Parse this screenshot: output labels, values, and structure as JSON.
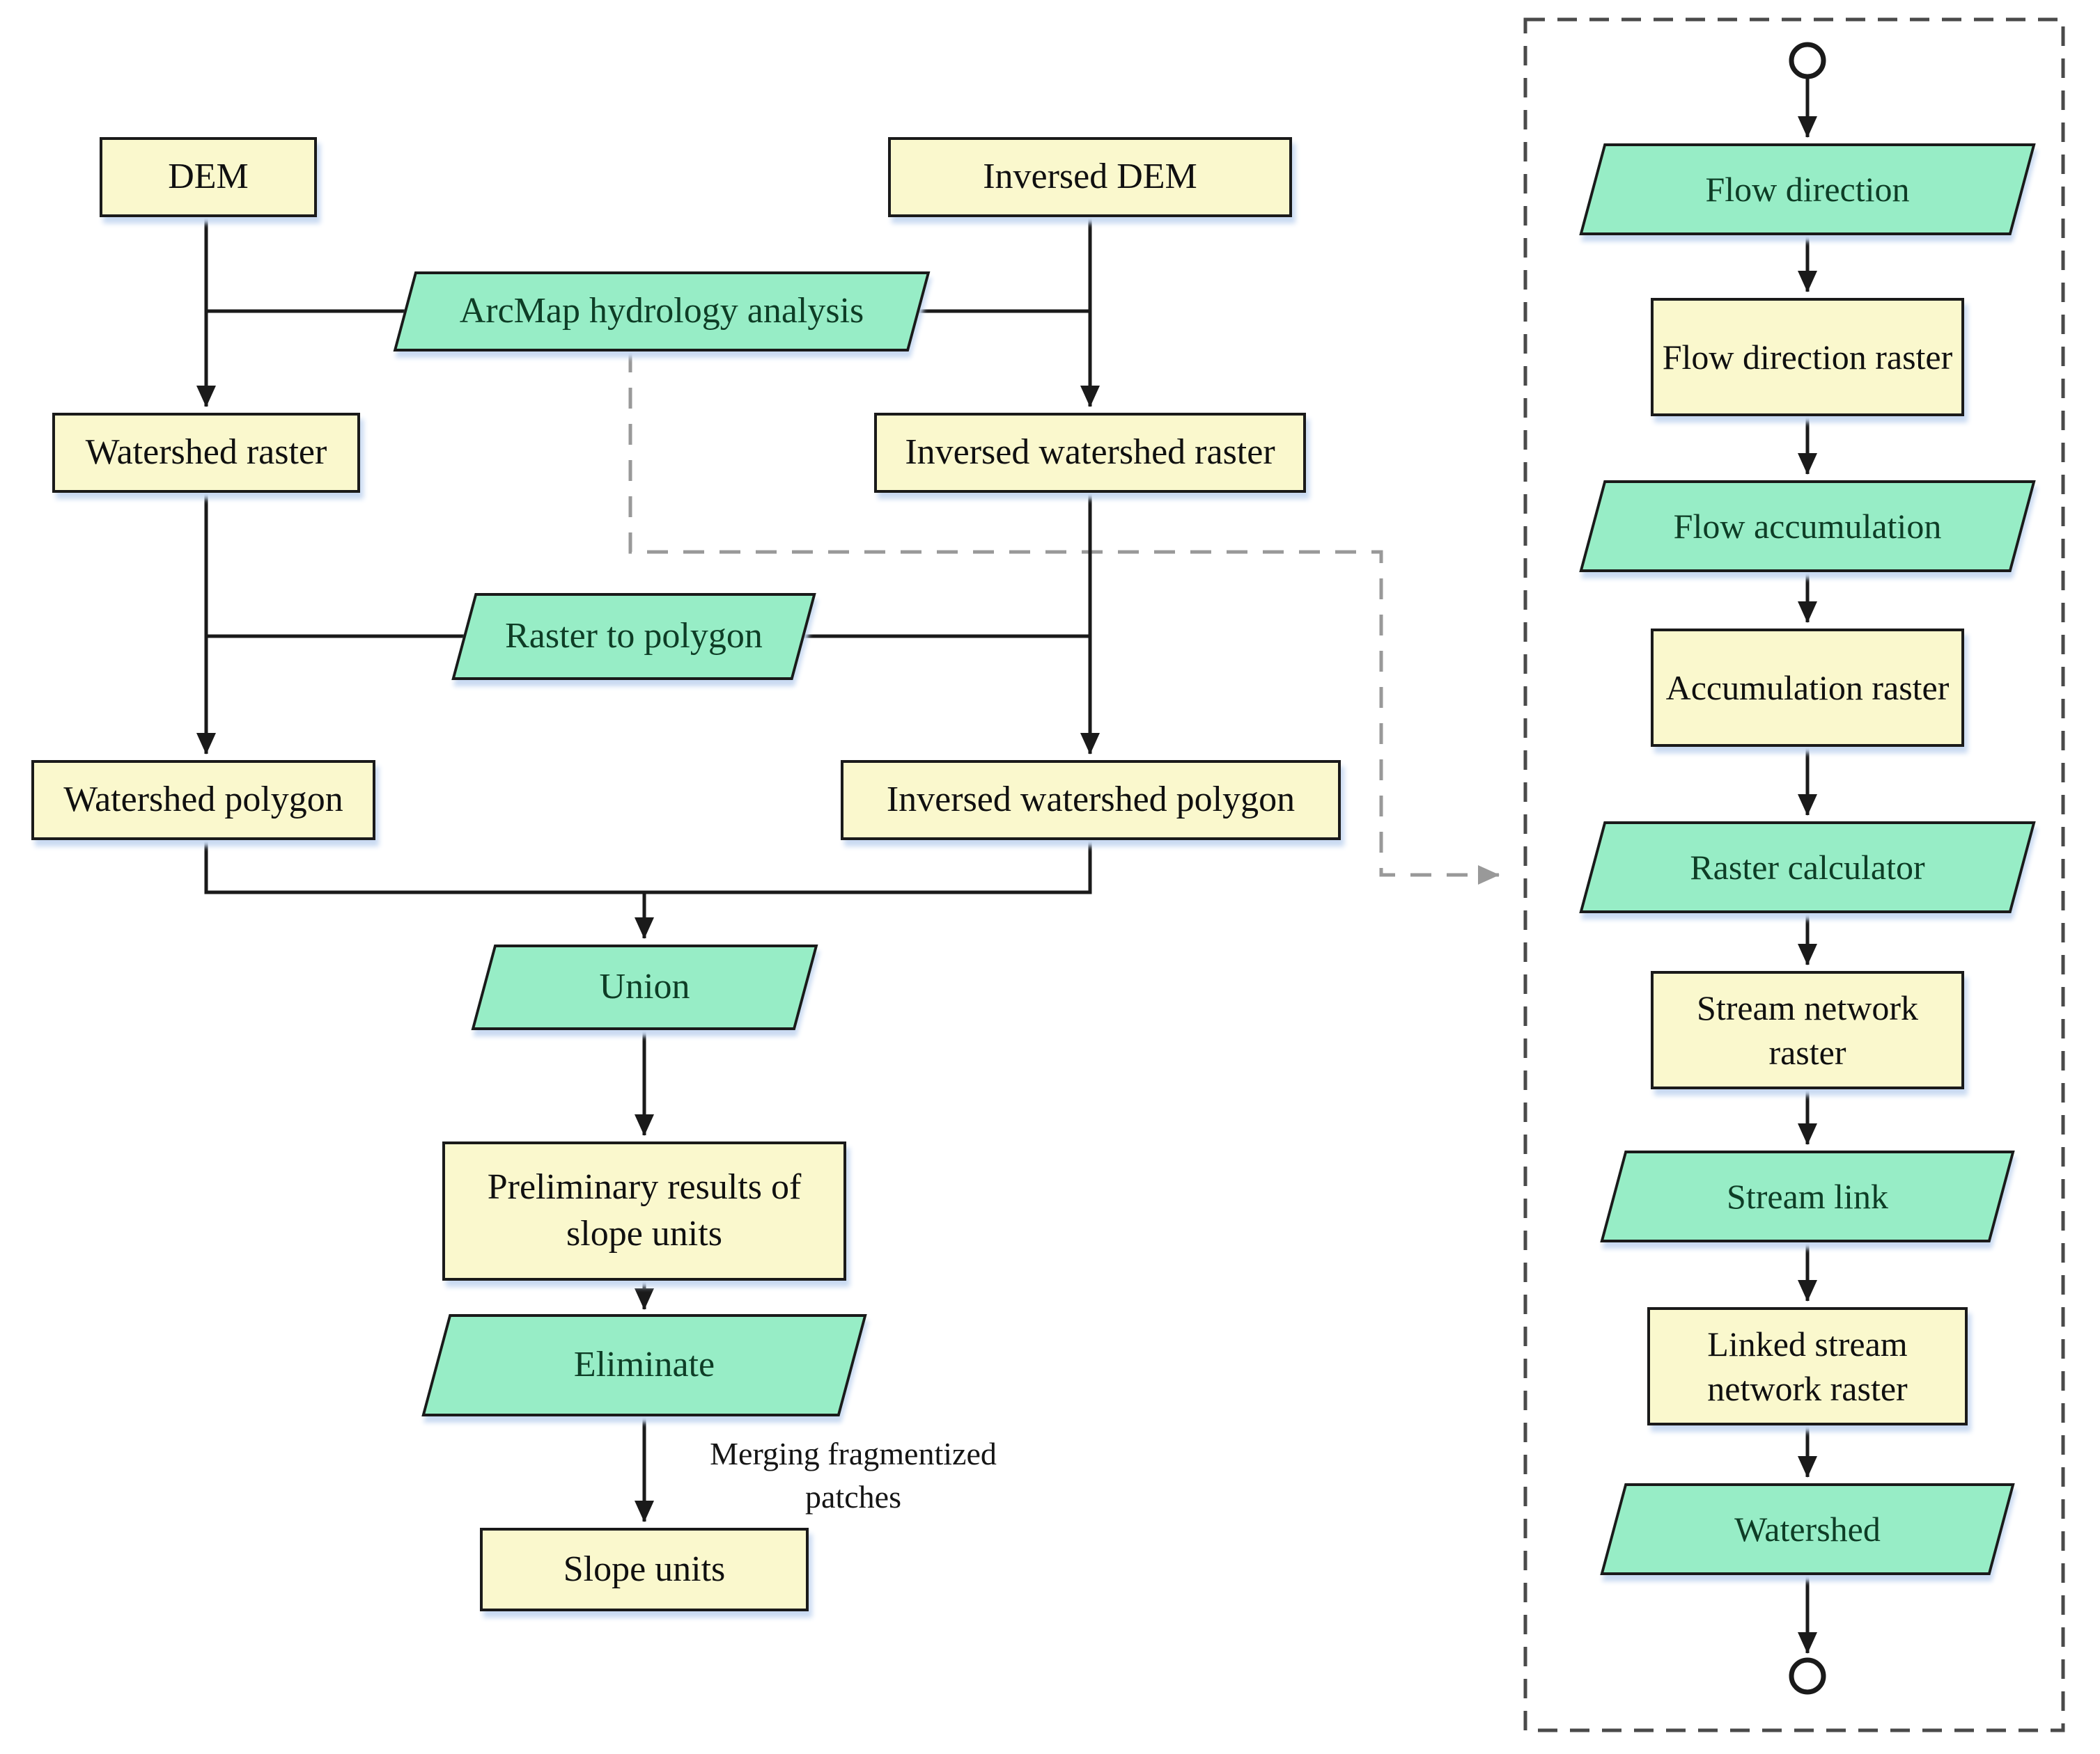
{
  "nodes": {
    "dem": "DEM",
    "inversed_dem": "Inversed DEM",
    "arcmap_hydrology_analysis": "ArcMap hydrology analysis",
    "watershed_raster": "Watershed raster",
    "inversed_watershed_raster": "Inversed watershed raster",
    "raster_to_polygon": "Raster to polygon",
    "watershed_polygon": "Watershed polygon",
    "inversed_watershed_polygon": "Inversed watershed polygon",
    "union": "Union",
    "preliminary_slope_units": "Preliminary results of slope units",
    "eliminate": "Eliminate",
    "slope_units": "Slope units",
    "flow_direction": "Flow direction",
    "flow_direction_raster": "Flow direction raster",
    "flow_accumulation": "Flow accumulation",
    "accumulation_raster": "Accumulation raster",
    "raster_calculator": "Raster calculator",
    "stream_network_raster": "Stream network raster",
    "stream_link": "Stream link",
    "linked_stream_network_raster": "Linked stream network raster",
    "watershed": "Watershed"
  },
  "notes": {
    "merging": "Merging fragmentized patches"
  },
  "colors": {
    "data_fill": "#FAF8CD",
    "process_fill": "#97EDC6",
    "stroke": "#1a1a1a",
    "data_text": "#101010",
    "process_text": "#0e3d26",
    "dash_gray": "#999999",
    "panel_border": "#4a4a4a",
    "shadow": "#c9daf2"
  }
}
